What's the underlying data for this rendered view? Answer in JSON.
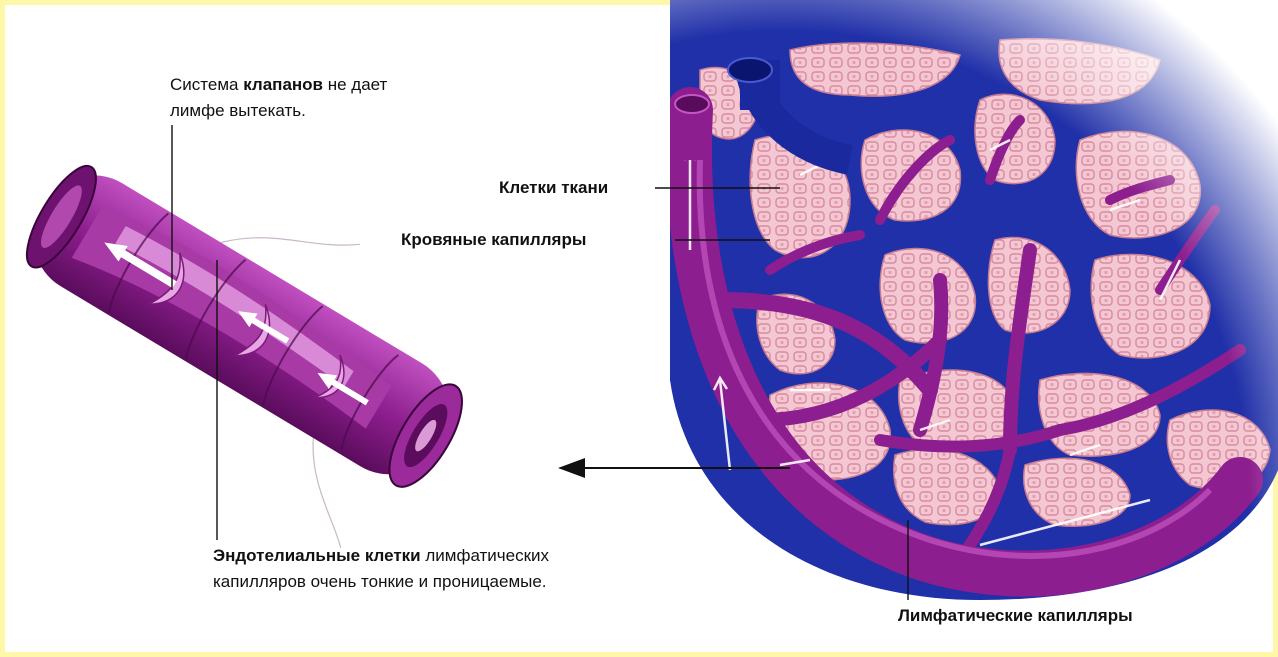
{
  "colors": {
    "lymph_purple": "#8b1f8c",
    "lymph_light": "#c04cbf",
    "blood_blue": "#2233b0",
    "tissue_pink": "#f2c3cf",
    "tissue_cell": "#e39aad"
  },
  "labels": {
    "valves": {
      "line1_prefix": "Система ",
      "line1_bold": "клапанов",
      "line1_suffix": " не дает",
      "line2": "лимфе вытекать."
    },
    "tissue_cells": "Клетки ткани",
    "blood_capillaries": "Кровяные капилляры",
    "endothelial": {
      "line1_bold": "Эндотелиальные клетки",
      "line1_suffix": " лимфатических",
      "line2": "капилляров очень тонкие и проницаемые."
    },
    "lymph_capillaries": "Лимфатические капилляры"
  },
  "icons": [
    "arrow-left-icon"
  ]
}
